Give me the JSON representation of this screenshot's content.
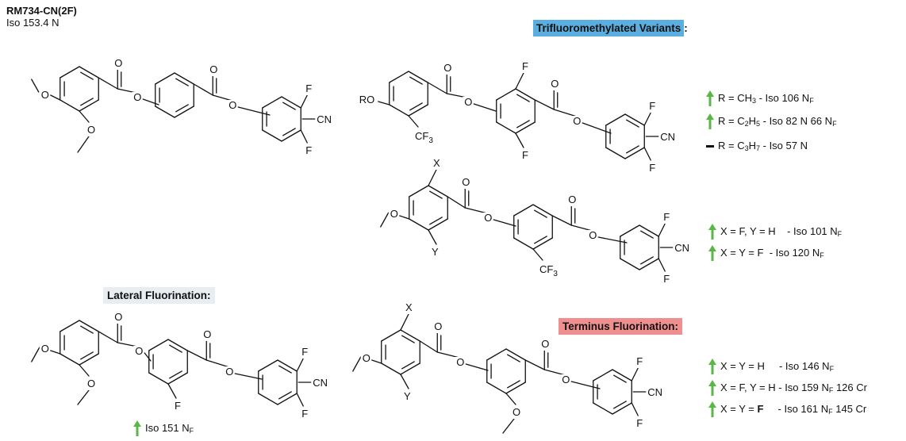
{
  "title": {
    "name": "RM734-CN(2F)",
    "transition": "Iso 153.4 N"
  },
  "headings": {
    "trifluoro": {
      "text": "Trifluoromethylated Variants",
      "suffix": ":",
      "color": "#5aaee0"
    },
    "lateral": {
      "text": "Lateral Fluorination:",
      "color": "#e8edf2"
    },
    "terminus": {
      "text": "Terminus Fluorination:",
      "color": "#f08f8f"
    }
  },
  "colors": {
    "arrow_up": "#58b747",
    "dash": "#111111",
    "bond": "#111111"
  },
  "atoms": {
    "F": "F",
    "CN": "CN",
    "O": "O",
    "X": "X",
    "Y": "Y",
    "RO": "RO",
    "CF": "CF",
    "three": "3"
  },
  "notes": {
    "trifluoro_r": [
      {
        "icon": "arrow-up",
        "pre": "R = CH",
        "sub": "3",
        "mid": " - Iso 106 N",
        "sub2": "F",
        "post": ""
      },
      {
        "icon": "arrow-up",
        "pre": "R = C",
        "sub": "2",
        "mid": "H",
        "sub3": "5",
        "mid2": " - Iso 82 N 66 N",
        "sub2": "F",
        "post": ""
      },
      {
        "icon": "dash",
        "pre": "R = C",
        "sub": "3",
        "mid": "H",
        "sub3": "7",
        "mid2": " - Iso 57 N",
        "sub2": "",
        "post": ""
      }
    ],
    "trifluoro_xy": [
      {
        "icon": "arrow-up",
        "pre": "X = F, Y = H",
        "gap": "    ",
        "mid": "- Iso 101 N",
        "sub2": "F"
      },
      {
        "icon": "arrow-up",
        "pre": "X = Y = F",
        "gap": "  ",
        "mid": "- Iso 120 N",
        "sub2": "F"
      }
    ],
    "lateral": {
      "icon": "arrow-up",
      "mid": "Iso 151 N",
      "sub2": "F"
    },
    "terminus": [
      {
        "icon": "arrow-up",
        "pre": "X = Y = H",
        "gap": "     ",
        "mid": "- Iso 146 N",
        "sub2": "F",
        "post": ""
      },
      {
        "icon": "arrow-up",
        "pre": "X = F, Y = H",
        "gap": " ",
        "mid": "- Iso 159 N",
        "sub2": "F",
        "post": " 126 Cr"
      },
      {
        "icon": "arrow-up",
        "pre": "X = Y = ",
        "bold": "F",
        "gap": "     ",
        "mid": "- Iso 161 N",
        "sub2": "F",
        "post": " 145 Cr"
      }
    ]
  }
}
